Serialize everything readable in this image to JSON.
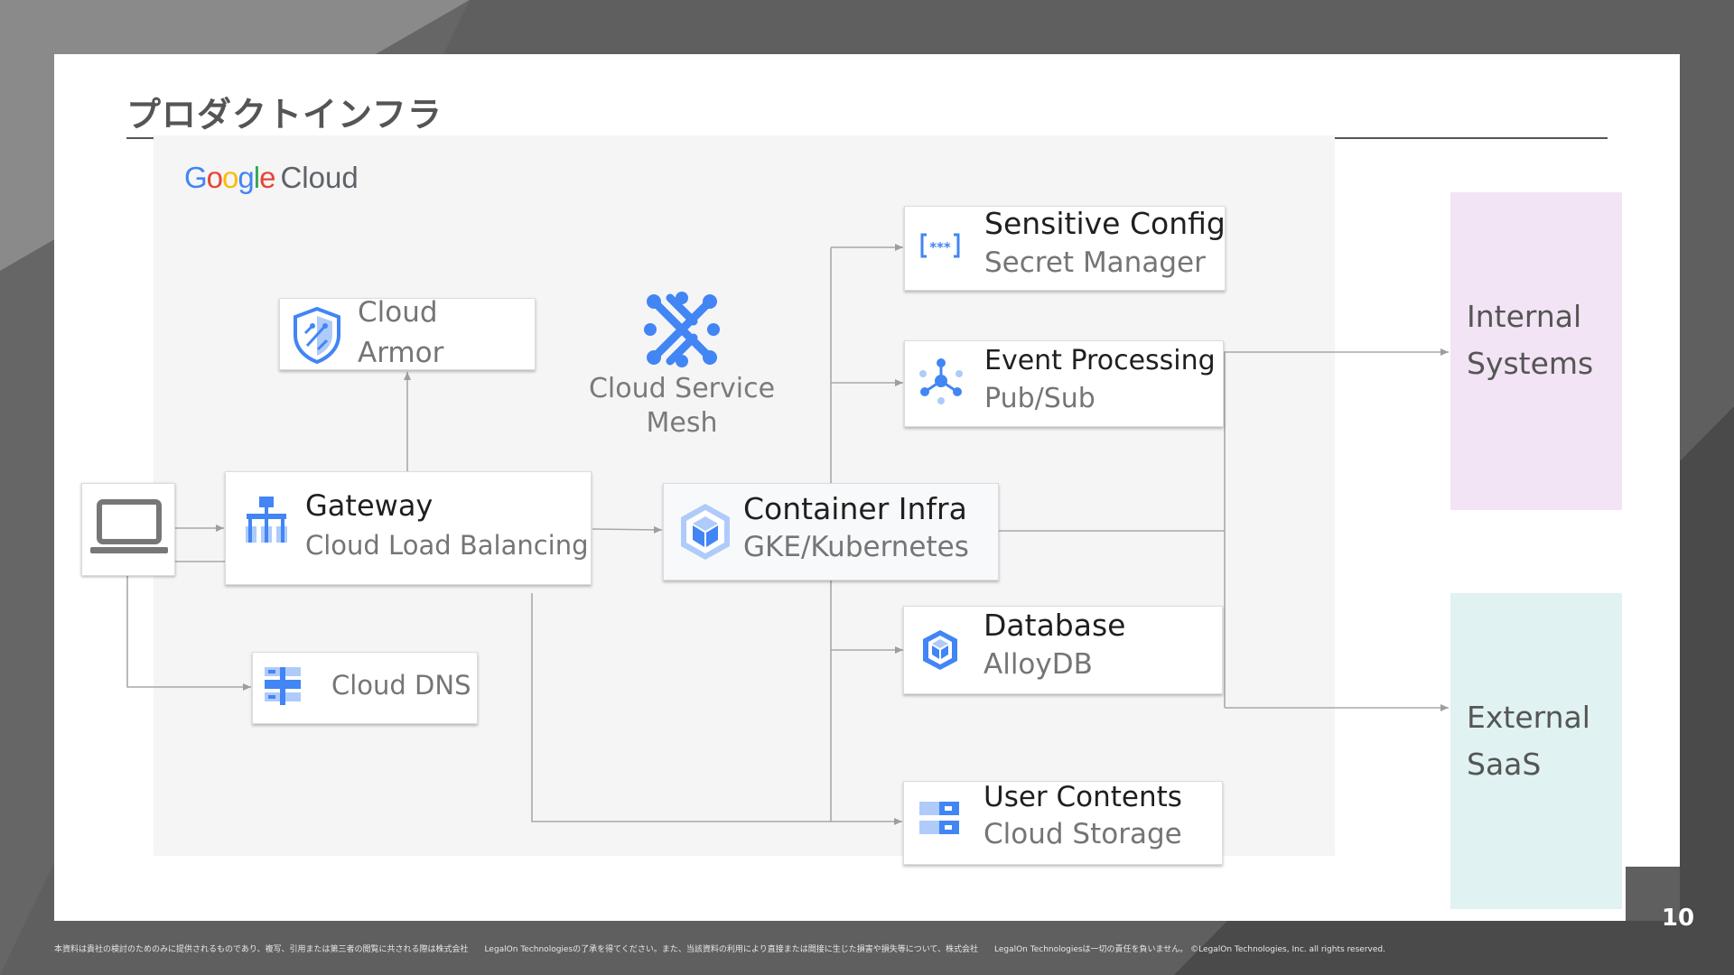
{
  "slide": {
    "title": "プロダクトインフラ",
    "page_number": "10",
    "footer": "本資料は貴社の検討のためのみに提供されるものであり、複写、引用または第三者の閲覧に共される際は株式会社　　LegalOn Technologiesの了承を得てください。また、当該資料の利用により直接または間接に生じた損害や損失等について、株式会社　　LegalOn Technologiesは一切の責任を負いません。 ©LegalOn Technologies, Inc. all rights reserved."
  },
  "gcp": {
    "logo_letters": [
      "G",
      "o",
      "o",
      "g",
      "l",
      "e"
    ],
    "logo_colors": [
      "#4285F4",
      "#EA4335",
      "#FBBC05",
      "#4285F4",
      "#34A853",
      "#EA4335"
    ],
    "logo_cloud": "Cloud"
  },
  "nodes": {
    "cloud_armor": {
      "line1": "Cloud",
      "line2": "Armor",
      "icon": "shield-icon"
    },
    "service_mesh": {
      "line1": "Cloud Service",
      "line2": "Mesh",
      "icon": "service-mesh-icon"
    },
    "gateway": {
      "title": "Gateway",
      "subtitle": "Cloud Load Balancing",
      "icon": "load-balancer-icon"
    },
    "container_infra": {
      "title": "Container Infra",
      "subtitle": "GKE/Kubernetes",
      "icon": "kubernetes-icon"
    },
    "cloud_dns": {
      "title": "Cloud DNS",
      "icon": "dns-icon"
    },
    "sensitive_config": {
      "title": "Sensitive Config",
      "subtitle": "Secret Manager",
      "icon": "secret-icon"
    },
    "event_processing": {
      "title": "Event Processing",
      "subtitle": "Pub/Sub",
      "icon": "pubsub-icon"
    },
    "database": {
      "title": "Database",
      "subtitle": "AlloyDB",
      "icon": "database-icon"
    },
    "user_contents": {
      "title": "User Contents",
      "subtitle": "Cloud Storage",
      "icon": "storage-icon"
    },
    "client": {
      "icon": "laptop-icon"
    }
  },
  "side_panels": {
    "internal": {
      "line1": "Internal",
      "line2": "Systems",
      "color": "#f2e4f4"
    },
    "external": {
      "line1": "External",
      "line2": "SaaS",
      "color": "#e0f2f1"
    }
  },
  "colors": {
    "accent_blue": "#4285F4",
    "light_blue": "#AECBFA",
    "line": "#9e9e9e"
  }
}
